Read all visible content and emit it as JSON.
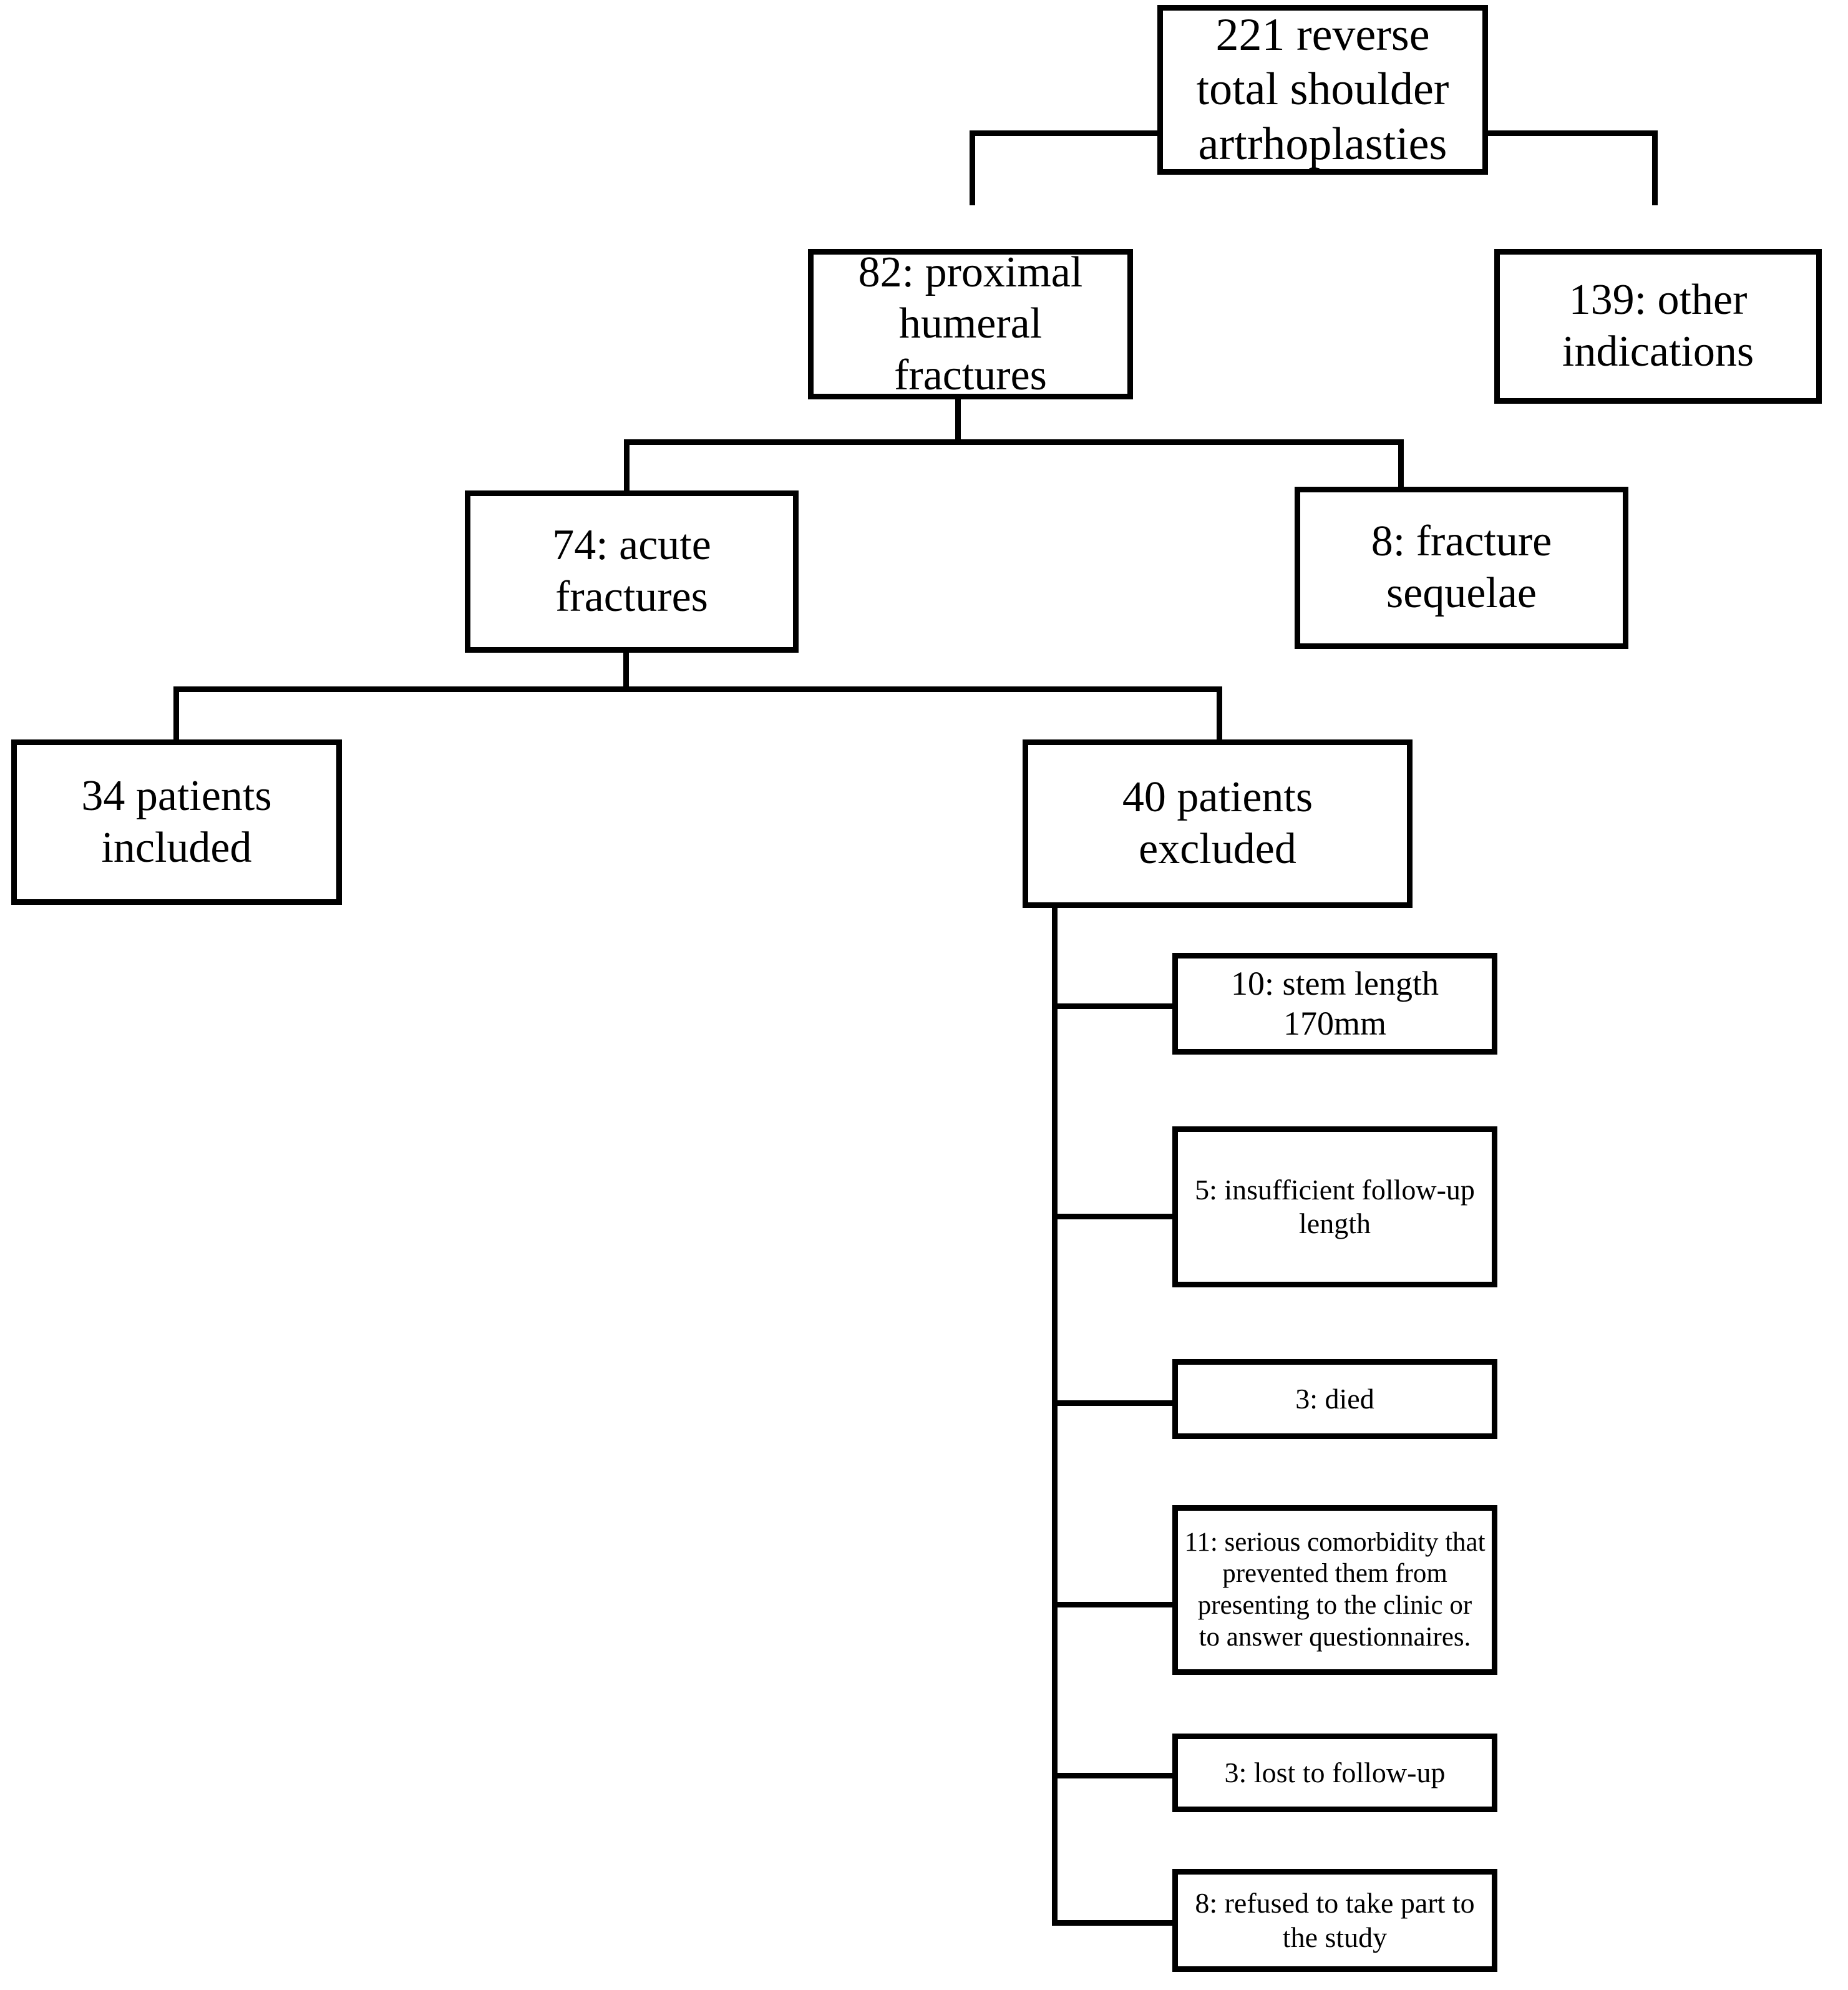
{
  "chart_data": {
    "type": "diagram",
    "title": "Patient selection flowchart",
    "diagram_kind": "flowchart",
    "nodes": [
      {
        "id": "total",
        "label": "221 reverse\ntotal shoulder\nartrhoplasties",
        "count": 221,
        "level": 1
      },
      {
        "id": "phf",
        "label": "82: proximal\nhumeral\nfractures",
        "count": 82,
        "level": 2
      },
      {
        "id": "other",
        "label": "139: other\nindications",
        "count": 139,
        "level": 2
      },
      {
        "id": "acute",
        "label": "74: acute\nfractures",
        "count": 74,
        "level": 3
      },
      {
        "id": "sequelae",
        "label": "8: fracture\nsequelae",
        "count": 8,
        "level": 3
      },
      {
        "id": "included",
        "label": "34 patients\nincluded",
        "count": 34,
        "level": 4
      },
      {
        "id": "excluded",
        "label": "40 patients\nexcluded",
        "count": 40,
        "level": 4
      },
      {
        "id": "ex-stem",
        "label": "10: stem length\n170mm",
        "count": 10,
        "level": 5
      },
      {
        "id": "ex-followup",
        "label": "5: insufficient follow-up\nlength",
        "count": 5,
        "level": 5
      },
      {
        "id": "ex-died",
        "label": "3: died",
        "count": 3,
        "level": 5
      },
      {
        "id": "ex-comorb",
        "label": "11: serious comorbidity that prevented them from presenting to the clinic or to answer questionnaires.",
        "count": 11,
        "level": 5
      },
      {
        "id": "ex-lost",
        "label": "3: lost to follow-up",
        "count": 3,
        "level": 5
      },
      {
        "id": "ex-refused",
        "label": "8: refused to take part to\nthe study",
        "count": 8,
        "level": 5
      }
    ],
    "edges": [
      {
        "from": "total",
        "to": "phf"
      },
      {
        "from": "total",
        "to": "other"
      },
      {
        "from": "phf",
        "to": "acute"
      },
      {
        "from": "phf",
        "to": "sequelae"
      },
      {
        "from": "acute",
        "to": "included"
      },
      {
        "from": "acute",
        "to": "excluded"
      },
      {
        "from": "excluded",
        "to": "ex-stem"
      },
      {
        "from": "excluded",
        "to": "ex-followup"
      },
      {
        "from": "excluded",
        "to": "ex-died"
      },
      {
        "from": "excluded",
        "to": "ex-comorb"
      },
      {
        "from": "excluded",
        "to": "ex-lost"
      },
      {
        "from": "excluded",
        "to": "ex-refused"
      }
    ],
    "colors": {
      "stroke": "#000000",
      "fill": "#ffffff",
      "text": "#000000"
    }
  },
  "nodes": {
    "total": {
      "text": "221 reverse\ntotal shoulder\nartrhoplasties"
    },
    "phf": {
      "text": "82: proximal\nhumeral\nfractures"
    },
    "other": {
      "text": "139: other\nindications"
    },
    "acute": {
      "text": "74: acute\nfractures"
    },
    "sequelae": {
      "text": "8: fracture\nsequelae"
    },
    "included": {
      "text": "34 patients\nincluded"
    },
    "excluded": {
      "text": "40 patients\nexcluded"
    },
    "ex_stem": {
      "text": "10: stem length\n170mm"
    },
    "ex_followup": {
      "text": "5: insufficient follow-up\nlength"
    },
    "ex_died": {
      "text": "3: died"
    },
    "ex_comorb": {
      "text": "11: serious comorbidity that prevented them from presenting to the clinic or to answer questionnaires."
    },
    "ex_lost": {
      "text": "3: lost to follow-up"
    },
    "ex_refused": {
      "text": "8: refused to take part to\nthe study"
    }
  }
}
